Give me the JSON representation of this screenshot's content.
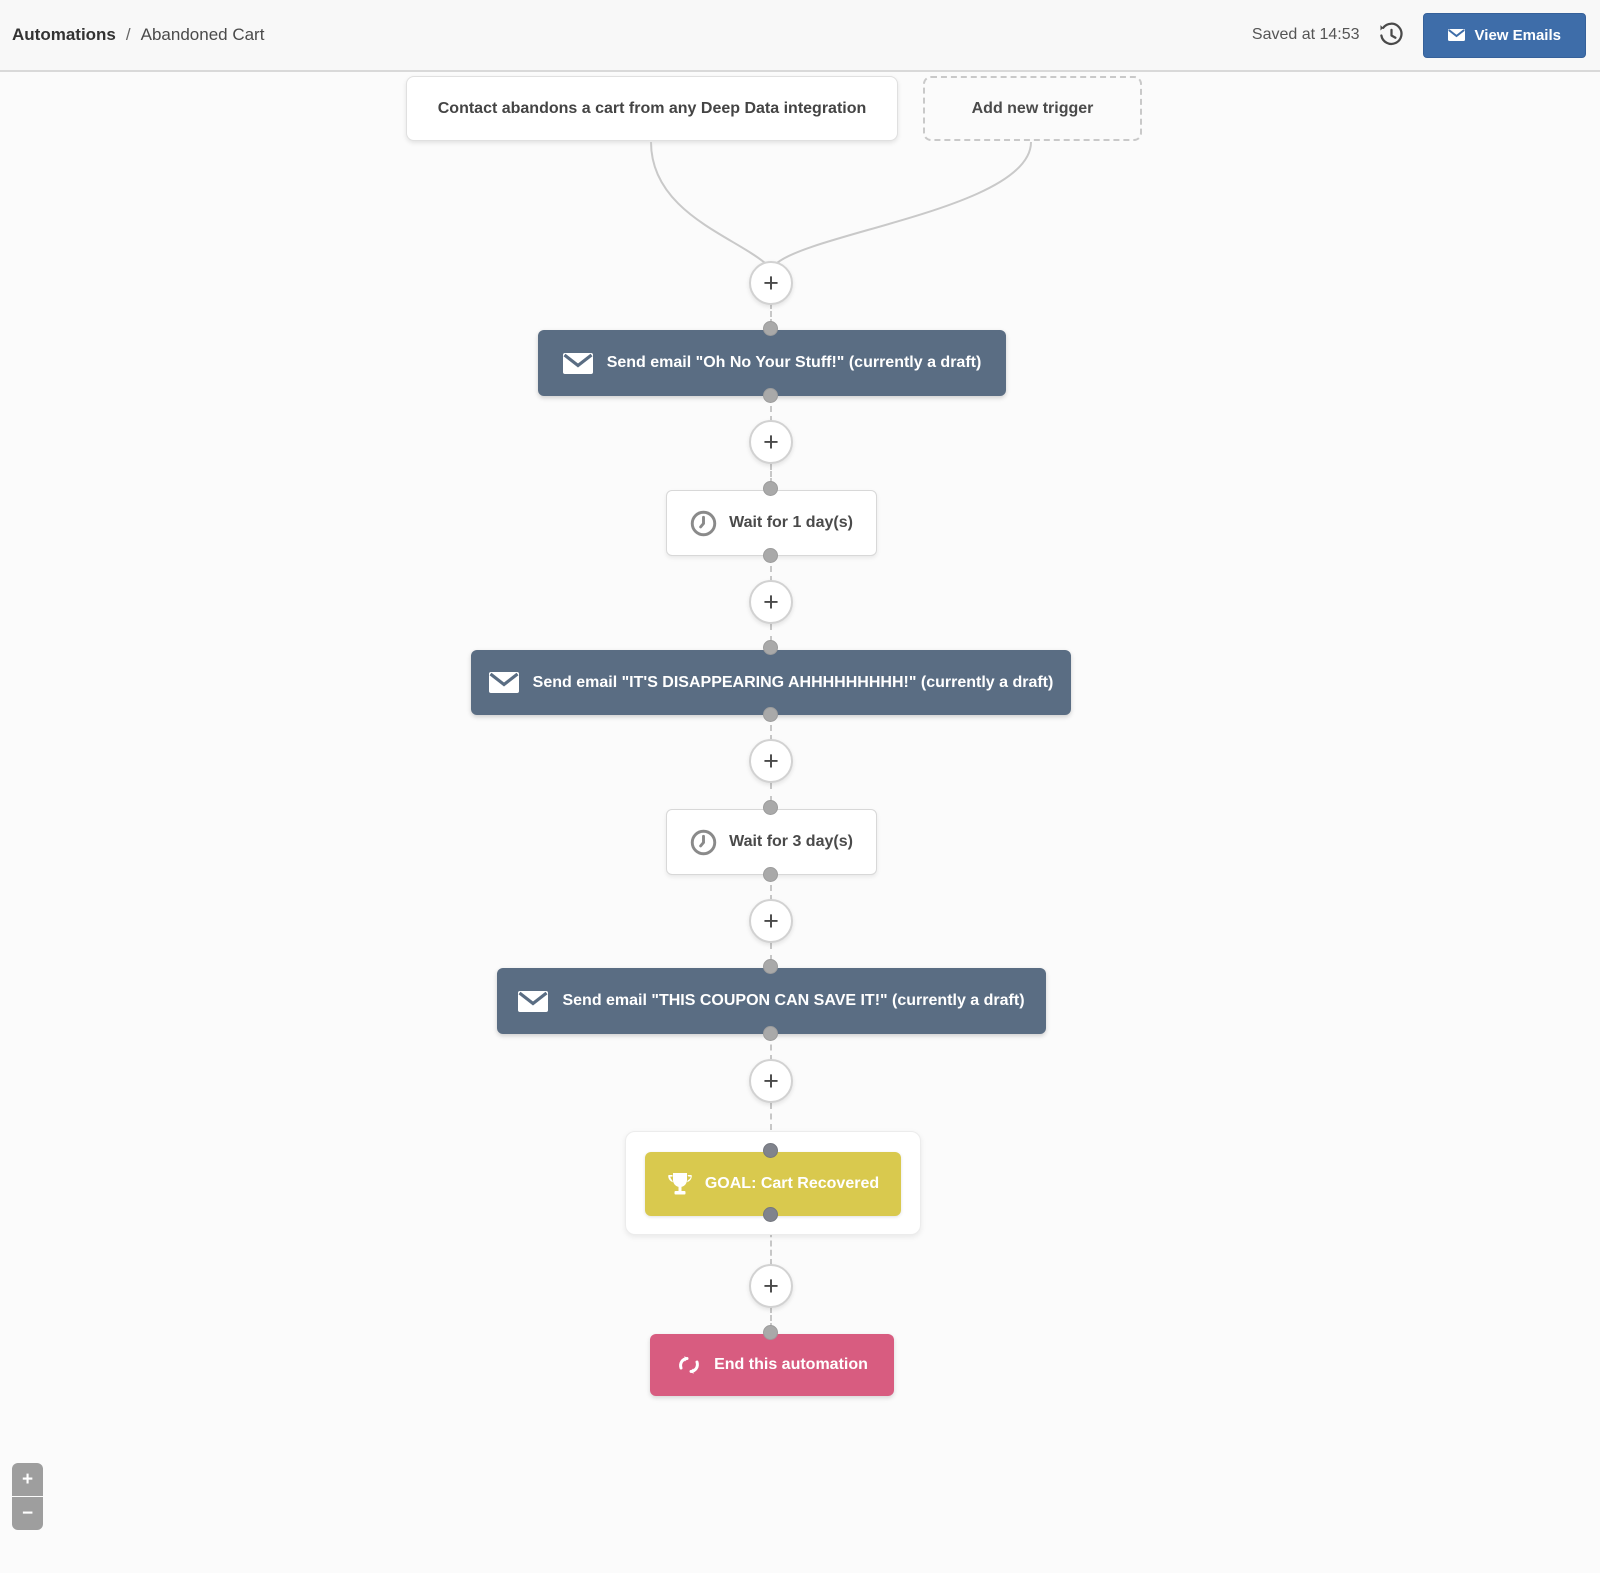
{
  "header": {
    "breadcrumb": {
      "section": "Automations",
      "separator": "/",
      "page": "Abandoned Cart"
    },
    "saved_status": "Saved at 14:53",
    "view_emails_label": "View Emails"
  },
  "canvas": {
    "triggers": [
      {
        "type": "trigger",
        "label": "Contact abandons a cart from any Deep Data integration"
      },
      {
        "type": "add-trigger",
        "label": "Add new trigger"
      }
    ],
    "nodes": [
      {
        "type": "email",
        "icon": "envelope-icon",
        "label": "Send email \"Oh No Your Stuff!\" (currently a draft)"
      },
      {
        "type": "wait",
        "icon": "clock-icon",
        "label": "Wait for 1 day(s)"
      },
      {
        "type": "email",
        "icon": "envelope-icon",
        "label": "Send email \"IT'S DISAPPEARING AHHHHHHHHH!\" (currently a draft)"
      },
      {
        "type": "wait",
        "icon": "clock-icon",
        "label": "Wait for 3 day(s)"
      },
      {
        "type": "email",
        "icon": "envelope-icon",
        "label": "Send email \"THIS COUPON CAN SAVE IT!\" (currently a draft)"
      },
      {
        "type": "goal",
        "icon": "trophy-icon",
        "label": "GOAL: Cart Recovered"
      },
      {
        "type": "end",
        "icon": "loop-arrows-icon",
        "label": "End this automation"
      }
    ],
    "add_step_symbol": "+",
    "zoom_controls": {
      "zoom_in": "+",
      "zoom_out": "−"
    }
  },
  "colors": {
    "accent_blue": "#3e6da9",
    "email_node": "#5a6d83",
    "goal_yellow": "#d9c94e",
    "end_pink": "#d85c80",
    "connector_gray": "#c7c7c7"
  }
}
